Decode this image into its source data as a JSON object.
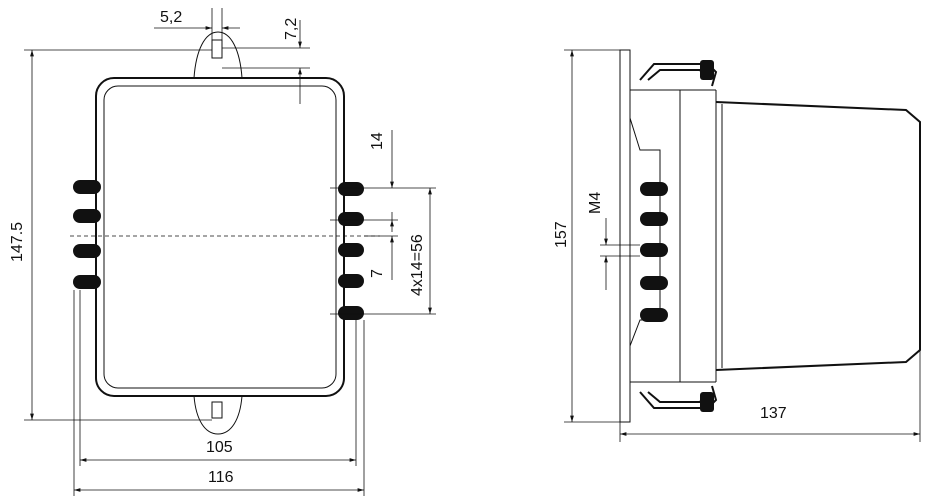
{
  "dimensions": {
    "slot_width": "5,2",
    "slot_offset": "7,2",
    "height_front": "147.5",
    "terminal_spacing": "14",
    "terminal_half_spacing": "7",
    "terminal_span": "4x14=56",
    "inner_width": "105",
    "outer_width": "116",
    "height_side": "157",
    "thread": "M4",
    "depth": "137"
  }
}
